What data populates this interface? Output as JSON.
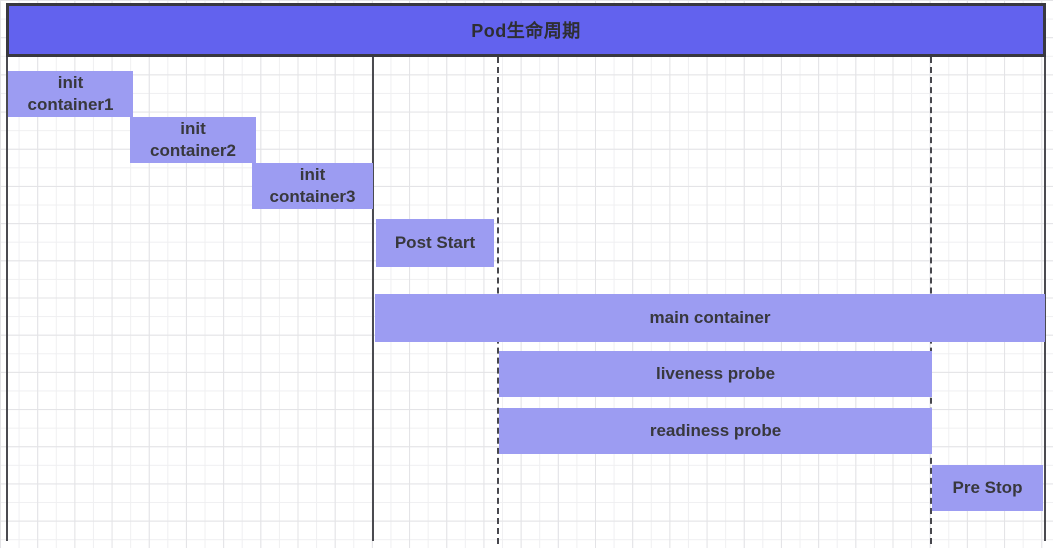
{
  "title": "Pod生命周期",
  "colors": {
    "title_fill": "#6262ee",
    "bar_fill": "#9c9cf2",
    "line_color": "#47474d",
    "text_color": "#38383d",
    "grid_minor": "#efeff1",
    "grid_major": "#e3e3e6"
  },
  "bars": [
    {
      "label": "init\ncontainer1"
    },
    {
      "label": "init\ncontainer2"
    },
    {
      "label": "init\ncontainer3"
    },
    {
      "label": "Post Start"
    },
    {
      "label": "main container"
    },
    {
      "label": "liveness probe"
    },
    {
      "label": "readiness probe"
    },
    {
      "label": "Pre Stop"
    }
  ],
  "lines": {
    "solid": [
      "frame-left",
      "frame-right",
      "mid-boundary"
    ],
    "dashed": [
      "post-start-boundary",
      "pre-stop-boundary"
    ]
  }
}
